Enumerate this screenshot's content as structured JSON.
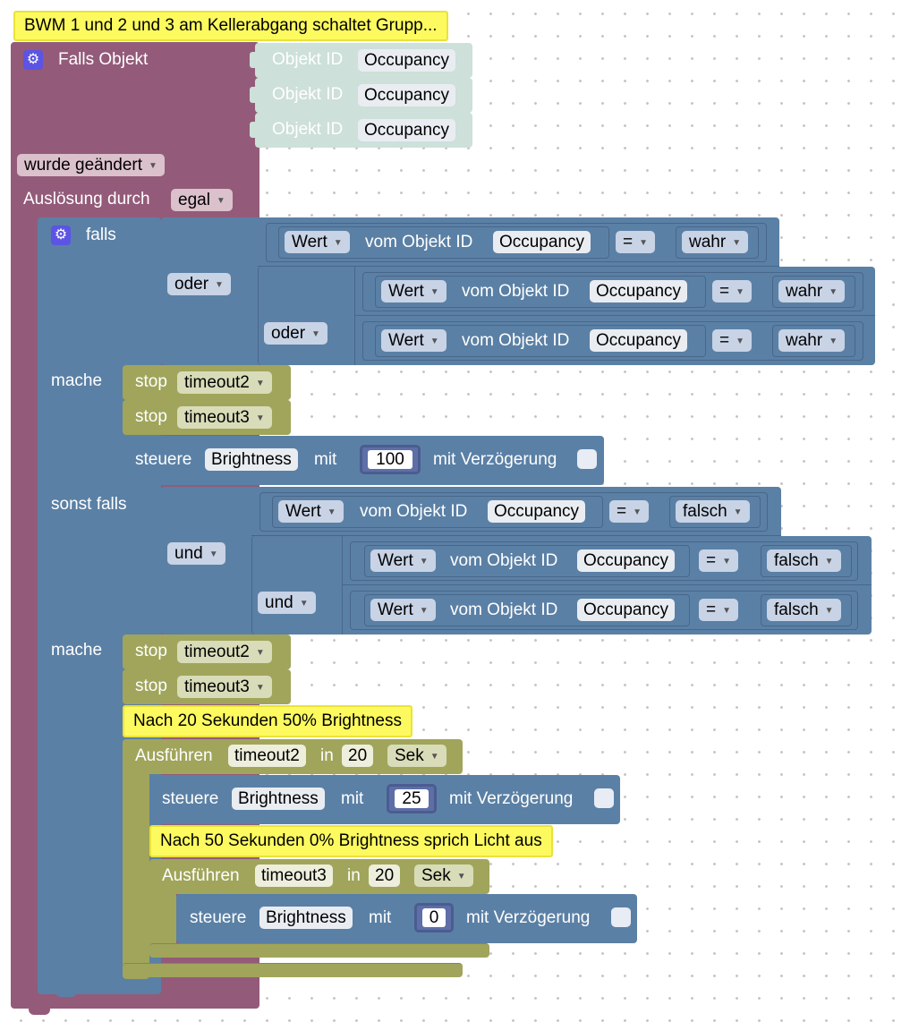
{
  "main_comment": "BWM 1 und 2 und 3 am Kellerabgang schaltet Grupp...",
  "trigger": {
    "label": "Falls Objekt",
    "object_label": "Objekt ID",
    "objects": [
      "Occupancy",
      "Occupancy",
      "Occupancy"
    ],
    "change_option": "wurde geändert",
    "trigger_by_label": "Auslösung durch",
    "trigger_by_value": "egal"
  },
  "if_block": {
    "if_label": "falls",
    "do_label": "mache",
    "else_if_label": "sonst falls",
    "cond1": {
      "or_label": "oder",
      "value_label": "Wert",
      "from_label": "vom Objekt ID",
      "object": "Occupancy",
      "op": "=",
      "compare": "wahr"
    },
    "cond2": {
      "and_label": "und",
      "value_label": "Wert",
      "from_label": "vom Objekt ID",
      "object": "Occupancy",
      "op": "=",
      "compare": "falsch"
    }
  },
  "do1": {
    "stop_label": "stop",
    "stop1": "timeout2",
    "stop2": "timeout3",
    "control_label": "steuere",
    "target": "Brightness",
    "with_label": "mit",
    "value": "100",
    "delay_label": "mit Verzögerung"
  },
  "do2": {
    "stop_label": "stop",
    "stop1": "timeout2",
    "stop2": "timeout3",
    "comment1": "Nach 20 Sekunden 50% Brightness",
    "exec_label": "Ausführen",
    "timeout1": "timeout2",
    "in_label": "in",
    "delay1": "20",
    "unit": "Sek",
    "control_label": "steuere",
    "target": "Brightness",
    "with_label": "mit",
    "value1": "25",
    "delay_label": "mit Verzögerung",
    "comment2": "Nach 50 Sekunden 0% Brightness sprich Licht aus",
    "timeout2": "timeout3",
    "delay2": "20",
    "value2": "0"
  },
  "colors": {
    "event": "#935b79",
    "logic": "#5b80a5",
    "timer": "#a0a55b",
    "value": "#cde0d9",
    "comment": "#fcfa5f",
    "gear": "#5b54e4"
  }
}
